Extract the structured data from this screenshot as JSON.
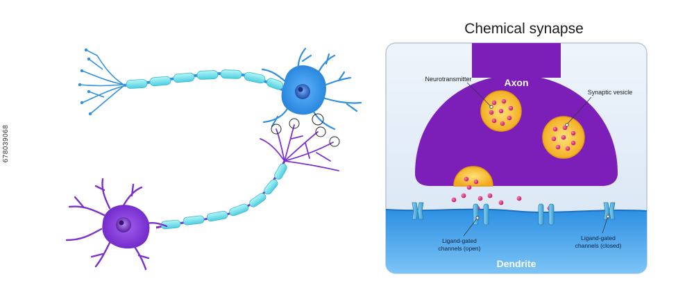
{
  "title": "Chemical synapse",
  "side_id": "678039068",
  "labels": {
    "axon": "Axon",
    "dendrite": "Dendrite",
    "neurotransmitter": "Neurotransmitter",
    "synaptic_vesicle": "Synaptic vesicle",
    "channels_open_1": "Ligand-gated",
    "channels_open_2": "channels (open)",
    "channels_closed_1": "Ligand-gated",
    "channels_closed_2": "channels (closed)"
  },
  "colors": {
    "neuron_blue": "#2f8fe0",
    "myelin": "#7fe6ee",
    "neuron_purple": "#7b2fd1",
    "axon_terminal": "#7b1fb8",
    "vesicle": "#f8c21c",
    "molecule": "#e8257a",
    "dendrite_blue": "#2e95e6",
    "panel_bg": "#dbe7f5"
  }
}
